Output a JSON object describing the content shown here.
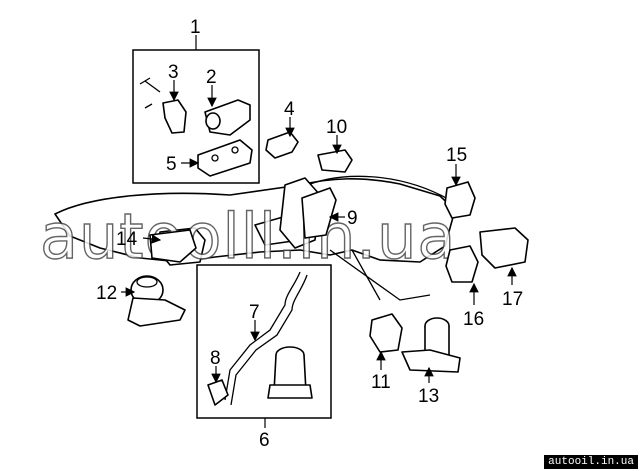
{
  "callouts": {
    "c1": "1",
    "c2": "2",
    "c3": "3",
    "c4": "4",
    "c5": "5",
    "c6": "6",
    "c7": "7",
    "c8": "8",
    "c9": "9",
    "c10": "10",
    "c11": "11",
    "c12": "12",
    "c13": "13",
    "c14": "14",
    "c15": "15",
    "c16": "16",
    "c17": "17"
  },
  "watermark": {
    "logo_text": "autoolll.in.ua",
    "site_text": "autooil.in.ua"
  }
}
